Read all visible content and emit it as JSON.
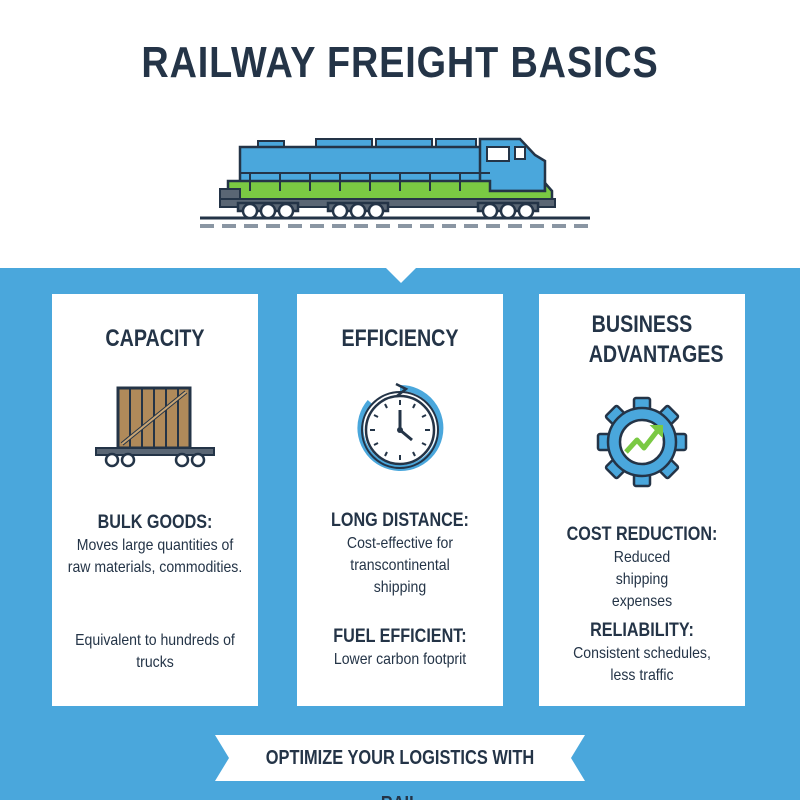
{
  "title": "RAILWAY FREIGHT BASICS",
  "colors": {
    "accent_blue": "#4aa7dc",
    "green": "#7ac943",
    "navy": "#243447",
    "wood": "#b08a5a"
  },
  "cards": [
    {
      "title": "CAPACITY",
      "icon": "crate-on-flatcar-icon",
      "features": [
        {
          "heading": "BULK GOODS:",
          "text": "Moves large quantities of raw materials, commodities."
        },
        {
          "heading": "",
          "text": "Equivalent to hundreds of trucks"
        }
      ]
    },
    {
      "title": "EFFICIENCY",
      "icon": "clock-icon",
      "features": [
        {
          "heading": "LONG DISTANCE:",
          "text": "Cost-effective for transcontinental shipping"
        },
        {
          "heading": "FUEL EFFICIENT:",
          "text": "Lower carbon footprit"
        }
      ]
    },
    {
      "title": "BUSINESS ADVANTAGES",
      "icon": "gear-growth-icon",
      "features": [
        {
          "heading": "COST REDUCTION:",
          "text": "Reduced shipping expenses"
        },
        {
          "heading": "RELIABILITY:",
          "text": "Consistent schedules, less traffic"
        }
      ]
    }
  ],
  "banner": "OPTIMIZE YOUR LOGISTICS WITH RAIL"
}
